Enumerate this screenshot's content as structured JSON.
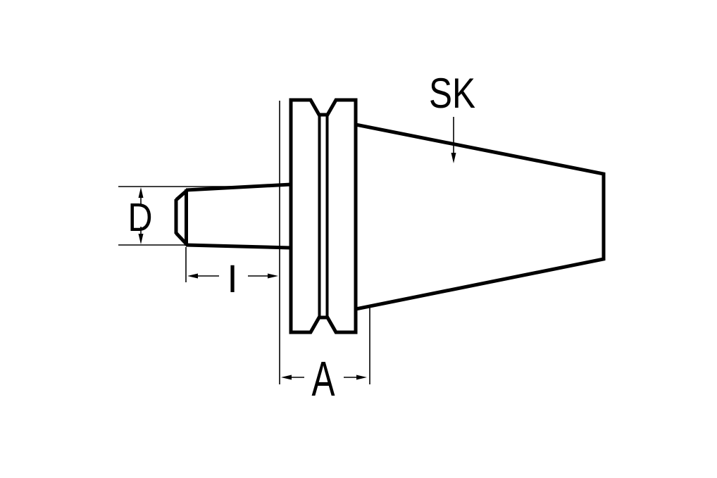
{
  "diagram": {
    "type": "technical-drawing",
    "subject": "SK taper tool holder side profile with dimension callouts",
    "labels": {
      "taper": "SK",
      "nose_diameter": "D",
      "nose_length": "I",
      "flange_width": "A"
    },
    "colors": {
      "line": "#000000",
      "background": "#ffffff"
    }
  }
}
